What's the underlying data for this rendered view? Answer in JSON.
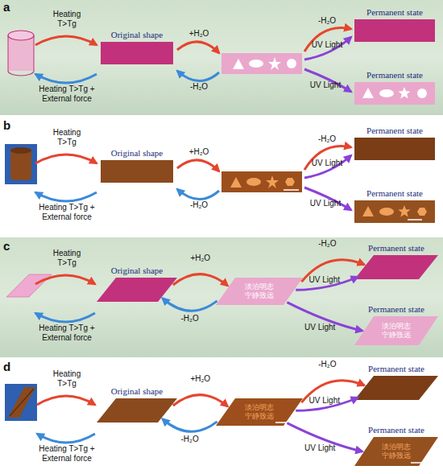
{
  "diagram": {
    "nodes": [
      {
        "text": [
          "Original shape"
        ]
      },
      {
        "text": [
          "Permanent state"
        ]
      },
      {
        "text": [
          "Permanent state"
        ]
      },
      {
        "text": [
          "Original shape"
        ]
      },
      {
        "text": [
          "Permanent state"
        ]
      },
      {
        "text": [
          "Permanent state"
        ]
      },
      {
        "text": [
          "Original shape"
        ]
      },
      {
        "text": [
          "淡泊明志 宁静致远"
        ]
      },
      {
        "text": [
          "Permanent state"
        ]
      },
      {
        "text": [
          "Permanent state",
          "淡泊明志 宁静致远"
        ]
      },
      {
        "text": [
          "Original shape"
        ]
      },
      {
        "text": [
          "淡泊明志 宁静致远"
        ]
      },
      {
        "text": [
          "Permanent state"
        ]
      },
      {
        "text": [
          "Permanent state",
          "淡泊明志 宁静致远"
        ]
      }
    ],
    "edges": [
      {
        "from": 6,
        "to": 7,
        "label": "+H₂O",
        "arrow": "to"
      },
      {
        "from": 7,
        "to": 6,
        "label": "-H₂O",
        "arrow": "to"
      },
      {
        "from": 7,
        "to": 8,
        "label": "-H₂O",
        "arrow": "to"
      },
      {
        "from": 7,
        "to": 8,
        "label": "UV Light",
        "arrow": "to"
      },
      {
        "from": 7,
        "to": 9,
        "label": "UV Light",
        "arrow": "to"
      },
      {
        "from": 10,
        "to": 11,
        "label": "+H₂O",
        "arrow": "to"
      },
      {
        "from": 11,
        "to": 10,
        "label": "-H₂O",
        "arrow": "to"
      },
      {
        "from": 11,
        "to": 12,
        "label": "-H₂O",
        "arrow": "to"
      },
      {
        "from": 11,
        "to": 12,
        "label": "UV Light",
        "arrow": "to"
      },
      {
        "from": 11,
        "to": 13,
        "label": "UV Light",
        "arrow": "to"
      }
    ],
    "labels": [
      "a",
      "Heating T>Tg",
      "Heating T>Tg + External force",
      "+H₂O",
      "-H₂O",
      "-H₂O",
      "UV Light",
      "UV Light",
      "b",
      "Heating T>Tg",
      "Heating T>Tg + External force",
      "+H₂O",
      "-H₂O",
      "-H₂O",
      "UV Light",
      "UV Light",
      "c",
      "Heating T>Tg",
      "Heating T>Tg + External force",
      "d",
      "Heating T>Tg",
      "Heating T>Tg + External force"
    ]
  }
}
